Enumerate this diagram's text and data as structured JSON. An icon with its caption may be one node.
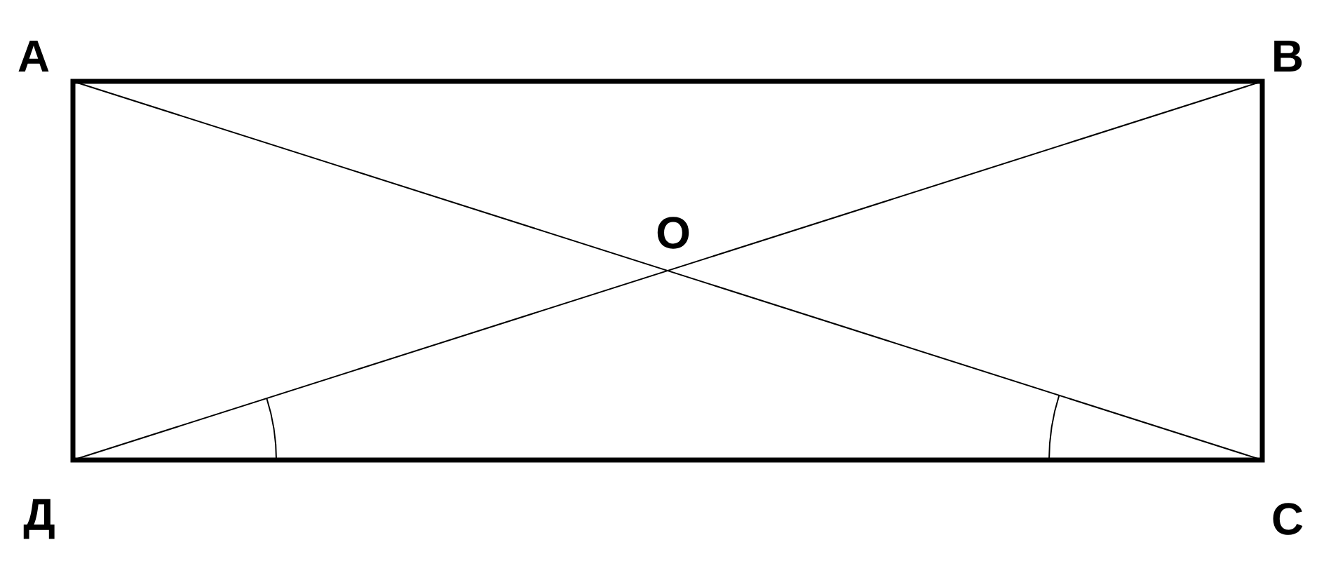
{
  "diagram": {
    "labels": [
      "А",
      "В",
      "О",
      "Д",
      "С"
    ]
  }
}
